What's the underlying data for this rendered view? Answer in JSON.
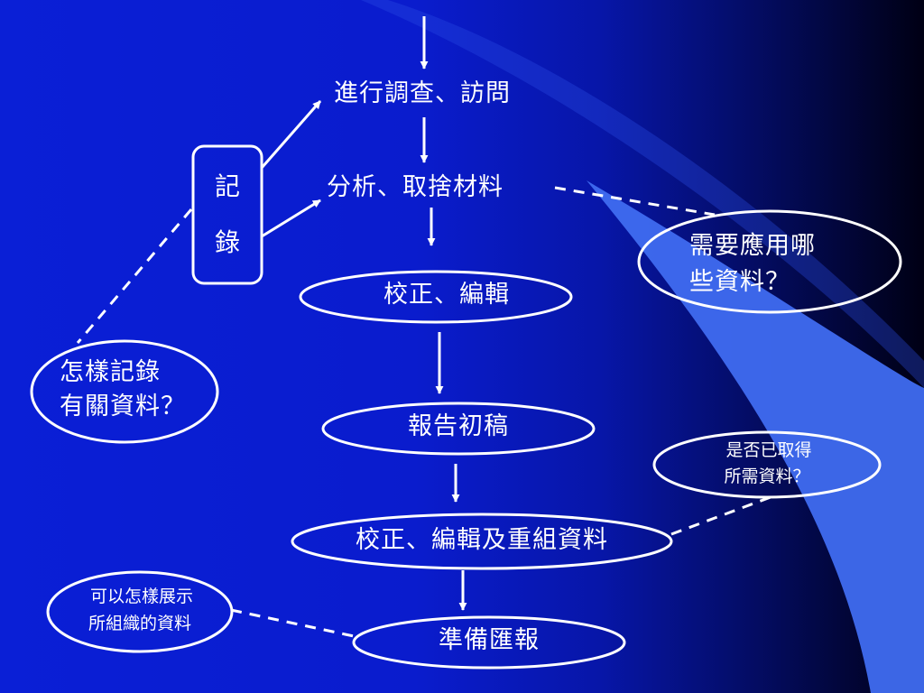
{
  "diagram": {
    "steps": {
      "investigate": "進行調查、訪問",
      "analyze": "分析、取捨材料",
      "proofread": "校正、編輯",
      "draft": "報告初稿",
      "reorganize": "校正、編輯及重組資料",
      "present": "準備匯報"
    },
    "record_box": {
      "line1": "記",
      "line2": "錄"
    },
    "questions": {
      "how_to_record": {
        "line1": "怎樣記錄",
        "line2": "有關資料？"
      },
      "which_info": {
        "line1": "需要應用哪",
        "line2": "些資料？"
      },
      "obtained": {
        "line1": "是否已取得",
        "line2": "所需資料？"
      },
      "how_to_show": {
        "line1": "可以怎樣展示",
        "line2": "所組織的資料"
      }
    }
  },
  "colors": {
    "background_start": "#0a1fd6",
    "background_end": "#000014",
    "sweep_band": "#3f6cf0",
    "stroke": "#ffffff",
    "text": "#ffffff"
  }
}
